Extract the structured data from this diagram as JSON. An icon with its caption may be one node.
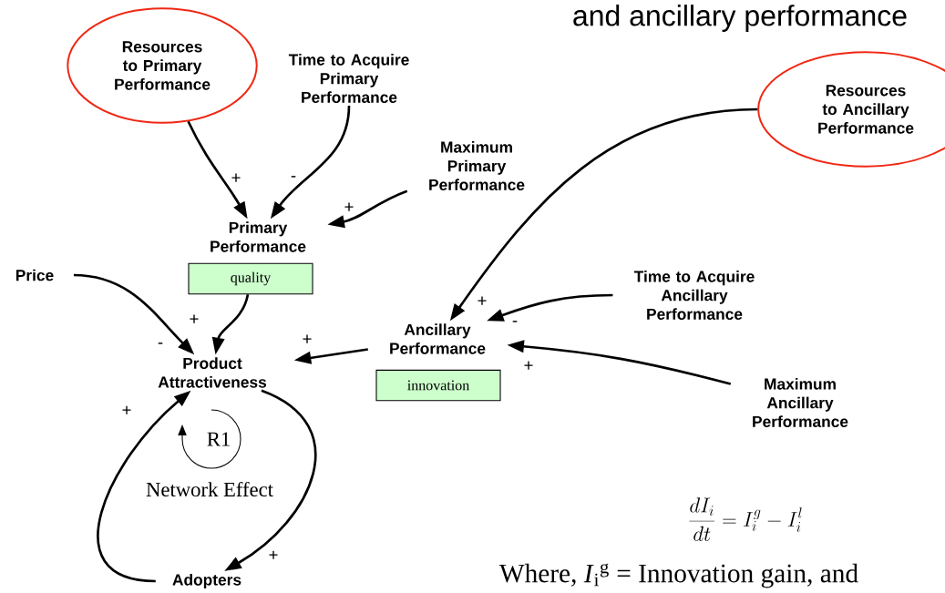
{
  "diagram": {
    "title": "and ancillary performance",
    "nodes": [
      {
        "text": [
          "Resources to Primary Performance"
        ]
      },
      {
        "text": [
          "Time to Acquire Primary Performance"
        ]
      },
      {
        "text": [
          "Maximum Primary Performance"
        ]
      },
      {
        "text": [
          "Resources to Ancillary Performance"
        ]
      },
      {
        "text": [
          "Primary Performance"
        ]
      },
      {
        "text": [
          "quality"
        ]
      },
      {
        "text": [
          "Price"
        ]
      },
      {
        "text": [
          "Time to Acquire Ancillary Performance"
        ]
      },
      {
        "text": [
          "Ancillary Performance"
        ]
      },
      {
        "text": [
          "Product Attractiveness"
        ]
      },
      {
        "text": [
          "innovation"
        ]
      },
      {
        "text": [
          "Maximum Ancillary Performance"
        ]
      },
      {
        "text": [
          "Adopters"
        ]
      }
    ],
    "edges": [
      {
        "from": 0,
        "to": 4,
        "arrow": "to",
        "label": "+"
      },
      {
        "from": 1,
        "to": 4,
        "arrow": "to",
        "label": "-"
      },
      {
        "from": 2,
        "to": 4,
        "arrow": "to",
        "label": "+"
      },
      {
        "from": 3,
        "to": 8,
        "arrow": "to",
        "label": "+"
      },
      {
        "from": 7,
        "to": 8,
        "arrow": "to",
        "label": "-"
      },
      {
        "from": 11,
        "to": 8,
        "arrow": "to",
        "label": "+"
      },
      {
        "from": 6,
        "to": 9,
        "arrow": "to",
        "label": "-"
      },
      {
        "from": 5,
        "to": 9,
        "arrow": "to",
        "label": "+"
      },
      {
        "from": 8,
        "to": 9,
        "arrow": "to",
        "label": "+"
      },
      {
        "from": 9,
        "to": 12,
        "arrow": "to",
        "label": "+"
      },
      {
        "from": 12,
        "to": 9,
        "arrow": "to",
        "label": "+"
      }
    ],
    "labels": [
      "R1",
      "Network Effect",
      "\\frac{dI_i}{dt} = I_i^g - I_i^l",
      "Where, *I*$_{i}$$^{g}$ = Innovation gain, and"
    ]
  }
}
